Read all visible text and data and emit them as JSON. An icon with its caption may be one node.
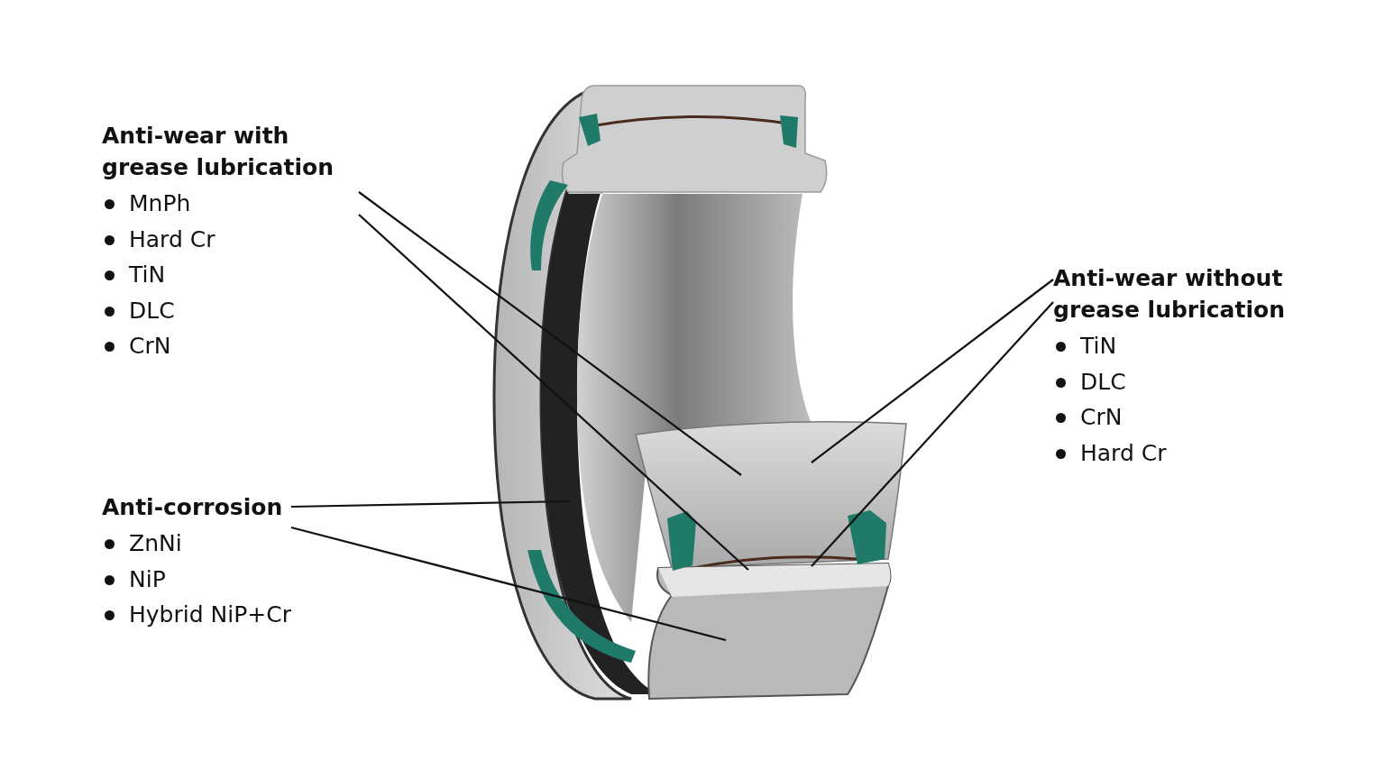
{
  "diagram": {
    "nodes": [
      {
        "text": [
          "Anti-wear with grease lubrication",
          "MnPh",
          "Hard Cr",
          "TiN",
          "DLC",
          "CrN"
        ]
      },
      {
        "text": [
          "Anti-wear without grease lubrication",
          "TiN",
          "DLC",
          "CrN",
          "Hard Cr"
        ]
      },
      {
        "text": [
          "Anti-corrosion",
          "ZnNi",
          "NiP",
          "Hybrid NiP+Cr"
        ]
      }
    ],
    "edges": [
      {
        "from": 0,
        "to": null,
        "arrow": "none"
      },
      {
        "from": 0,
        "to": null,
        "arrow": "none"
      },
      {
        "from": 1,
        "to": null,
        "arrow": "none"
      },
      {
        "from": 1,
        "to": null,
        "arrow": "none"
      },
      {
        "from": 2,
        "to": null,
        "arrow": "none"
      },
      {
        "from": 2,
        "to": null,
        "arrow": "none"
      }
    ]
  }
}
